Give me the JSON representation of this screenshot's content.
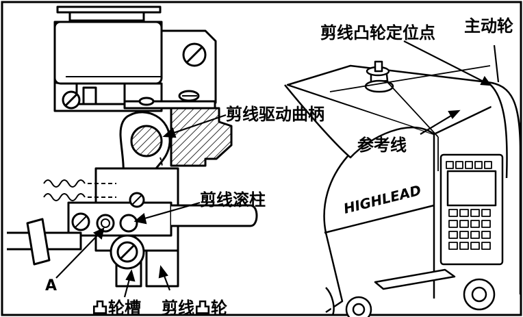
{
  "labels": {
    "trimming_crank": "剪线驱动曲柄",
    "trimming_roller": "剪线滚柱",
    "marker_a": "A",
    "cam_groove": "凸轮槽",
    "trimming_cam": "剪线凸轮",
    "cam_positioning_point": "剪线凸轮定位点",
    "main_wheel": "主动轮",
    "reference_line": "参考线",
    "brand": "HIGHLEAD"
  }
}
